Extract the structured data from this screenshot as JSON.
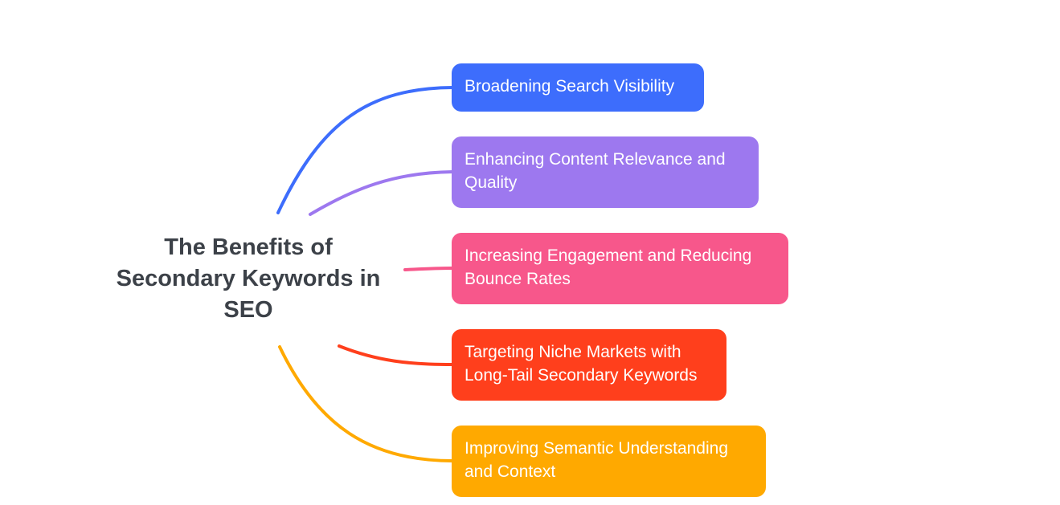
{
  "mindmap": {
    "central_topic": "The Benefits of Secondary Keywords in SEO",
    "branches": [
      {
        "label": "Broadening Search Visibility",
        "color": "#3d6dfc"
      },
      {
        "label": "Enhancing Content Relevance and Quality",
        "color": "#9d78ef"
      },
      {
        "label": "Increasing Engagement and Reducing Bounce Rates",
        "color": "#f7578b"
      },
      {
        "label": "Targeting Niche Markets with Long-Tail Secondary Keywords",
        "color": "#ff3f1c"
      },
      {
        "label": "Improving Semantic Understanding and Context",
        "color": "#ffa900"
      }
    ]
  }
}
